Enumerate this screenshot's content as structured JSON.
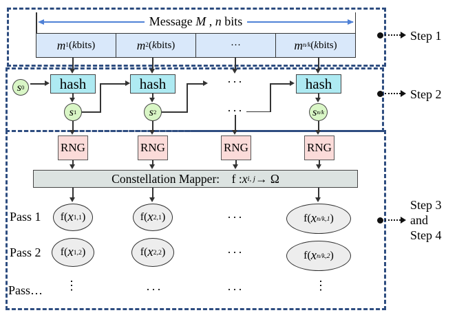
{
  "colors": {
    "section_border_navy": "#2e4d80",
    "measure_arrow_blue": "#4f81d6",
    "message_cell_blue": "#d9e8fa",
    "hash_box_cyan": "#aeeaf2",
    "seed_circle_green": "#d9f6c6",
    "rng_box_pink": "#fbdbd9",
    "mapper_bar_gray": "#dce3e1",
    "symbol_oval_gray": "#ededed",
    "line_black": "#333333"
  },
  "section1": {
    "arrow_label": [
      {
        "t": "Message "
      },
      {
        "t": "M",
        "i": true
      },
      {
        "t": " , "
      },
      {
        "t": "n",
        "i": true
      },
      {
        "t": " bits"
      }
    ],
    "cells": [
      {
        "rich": [
          {
            "t": "m",
            "i": true,
            "lg": true
          },
          {
            "t": "1",
            "sub": true
          },
          {
            "t": " ("
          },
          {
            "t": "k",
            "i": true
          },
          {
            "t": " bits)"
          }
        ]
      },
      {
        "rich": [
          {
            "t": "m",
            "i": true,
            "lg": true
          },
          {
            "t": "2",
            "sub": true
          },
          {
            "t": " ("
          },
          {
            "t": "k",
            "i": true
          },
          {
            "t": " bits)"
          }
        ]
      },
      {
        "rich": [
          {
            "t": "···"
          }
        ]
      },
      {
        "rich": [
          {
            "t": "m",
            "i": true,
            "lg": true
          },
          {
            "t": "n/k",
            "sub": true,
            "i": true
          },
          {
            "t": " ("
          },
          {
            "t": "k",
            "i": true
          },
          {
            "t": " bits)"
          }
        ]
      }
    ]
  },
  "section2": {
    "hash_label": "hash",
    "ellipsis": "···",
    "seeds": {
      "s0": [
        {
          "t": "s",
          "i": true,
          "lg": true
        },
        {
          "t": "0",
          "sub": true
        }
      ],
      "s1": [
        {
          "t": "s",
          "i": true,
          "lg": true
        },
        {
          "t": "1",
          "sub": true
        }
      ],
      "s2": [
        {
          "t": "s",
          "i": true,
          "lg": true
        },
        {
          "t": "2",
          "sub": true
        }
      ],
      "snk": [
        {
          "t": "s",
          "i": true,
          "lg": true
        },
        {
          "t": "n/k",
          "sub": true,
          "i": true
        }
      ]
    }
  },
  "section3": {
    "rng_label": "RNG",
    "mapper_label": [
      {
        "t": "Constellation Mapper:    "
      },
      {
        "t": "f : "
      },
      {
        "t": "x",
        "i": true
      },
      {
        "t": "i, j",
        "sub": true,
        "i": true
      },
      {
        "t": " → Ω"
      }
    ],
    "pass1_label": "Pass 1",
    "pass2_label": "Pass 2",
    "pass_more_label": "Pass…",
    "ellipsis_h": "···",
    "ellipsis_v": "⋮",
    "ovals": {
      "x11": [
        {
          "t": "f("
        },
        {
          "t": "x",
          "i": true,
          "lg": true
        },
        {
          "t": "1,1",
          "sub": true
        },
        {
          "t": ")"
        }
      ],
      "x21": [
        {
          "t": "f("
        },
        {
          "t": "x",
          "i": true,
          "lg": true
        },
        {
          "t": "2,1",
          "sub": true
        },
        {
          "t": ")"
        }
      ],
      "xnk1": [
        {
          "t": "f("
        },
        {
          "t": "x",
          "i": true,
          "lg": true
        },
        {
          "t": "n/k,1",
          "sub": true,
          "i": true
        },
        {
          "t": ")"
        }
      ],
      "x12": [
        {
          "t": "f("
        },
        {
          "t": "x",
          "i": true,
          "lg": true
        },
        {
          "t": "1,2",
          "sub": true
        },
        {
          "t": ")"
        }
      ],
      "x22": [
        {
          "t": "f("
        },
        {
          "t": "x",
          "i": true,
          "lg": true
        },
        {
          "t": "2,2",
          "sub": true
        },
        {
          "t": ")"
        }
      ],
      "xnk2": [
        {
          "t": "f("
        },
        {
          "t": "x",
          "i": true,
          "lg": true
        },
        {
          "t": "n/k,2",
          "sub": true,
          "i": true
        },
        {
          "t": ")"
        }
      ]
    }
  },
  "steps": {
    "step1": "Step 1",
    "step2": "Step 2",
    "step34_line1": "Step 3",
    "step34_line2": "and",
    "step34_line3": "Step 4"
  }
}
